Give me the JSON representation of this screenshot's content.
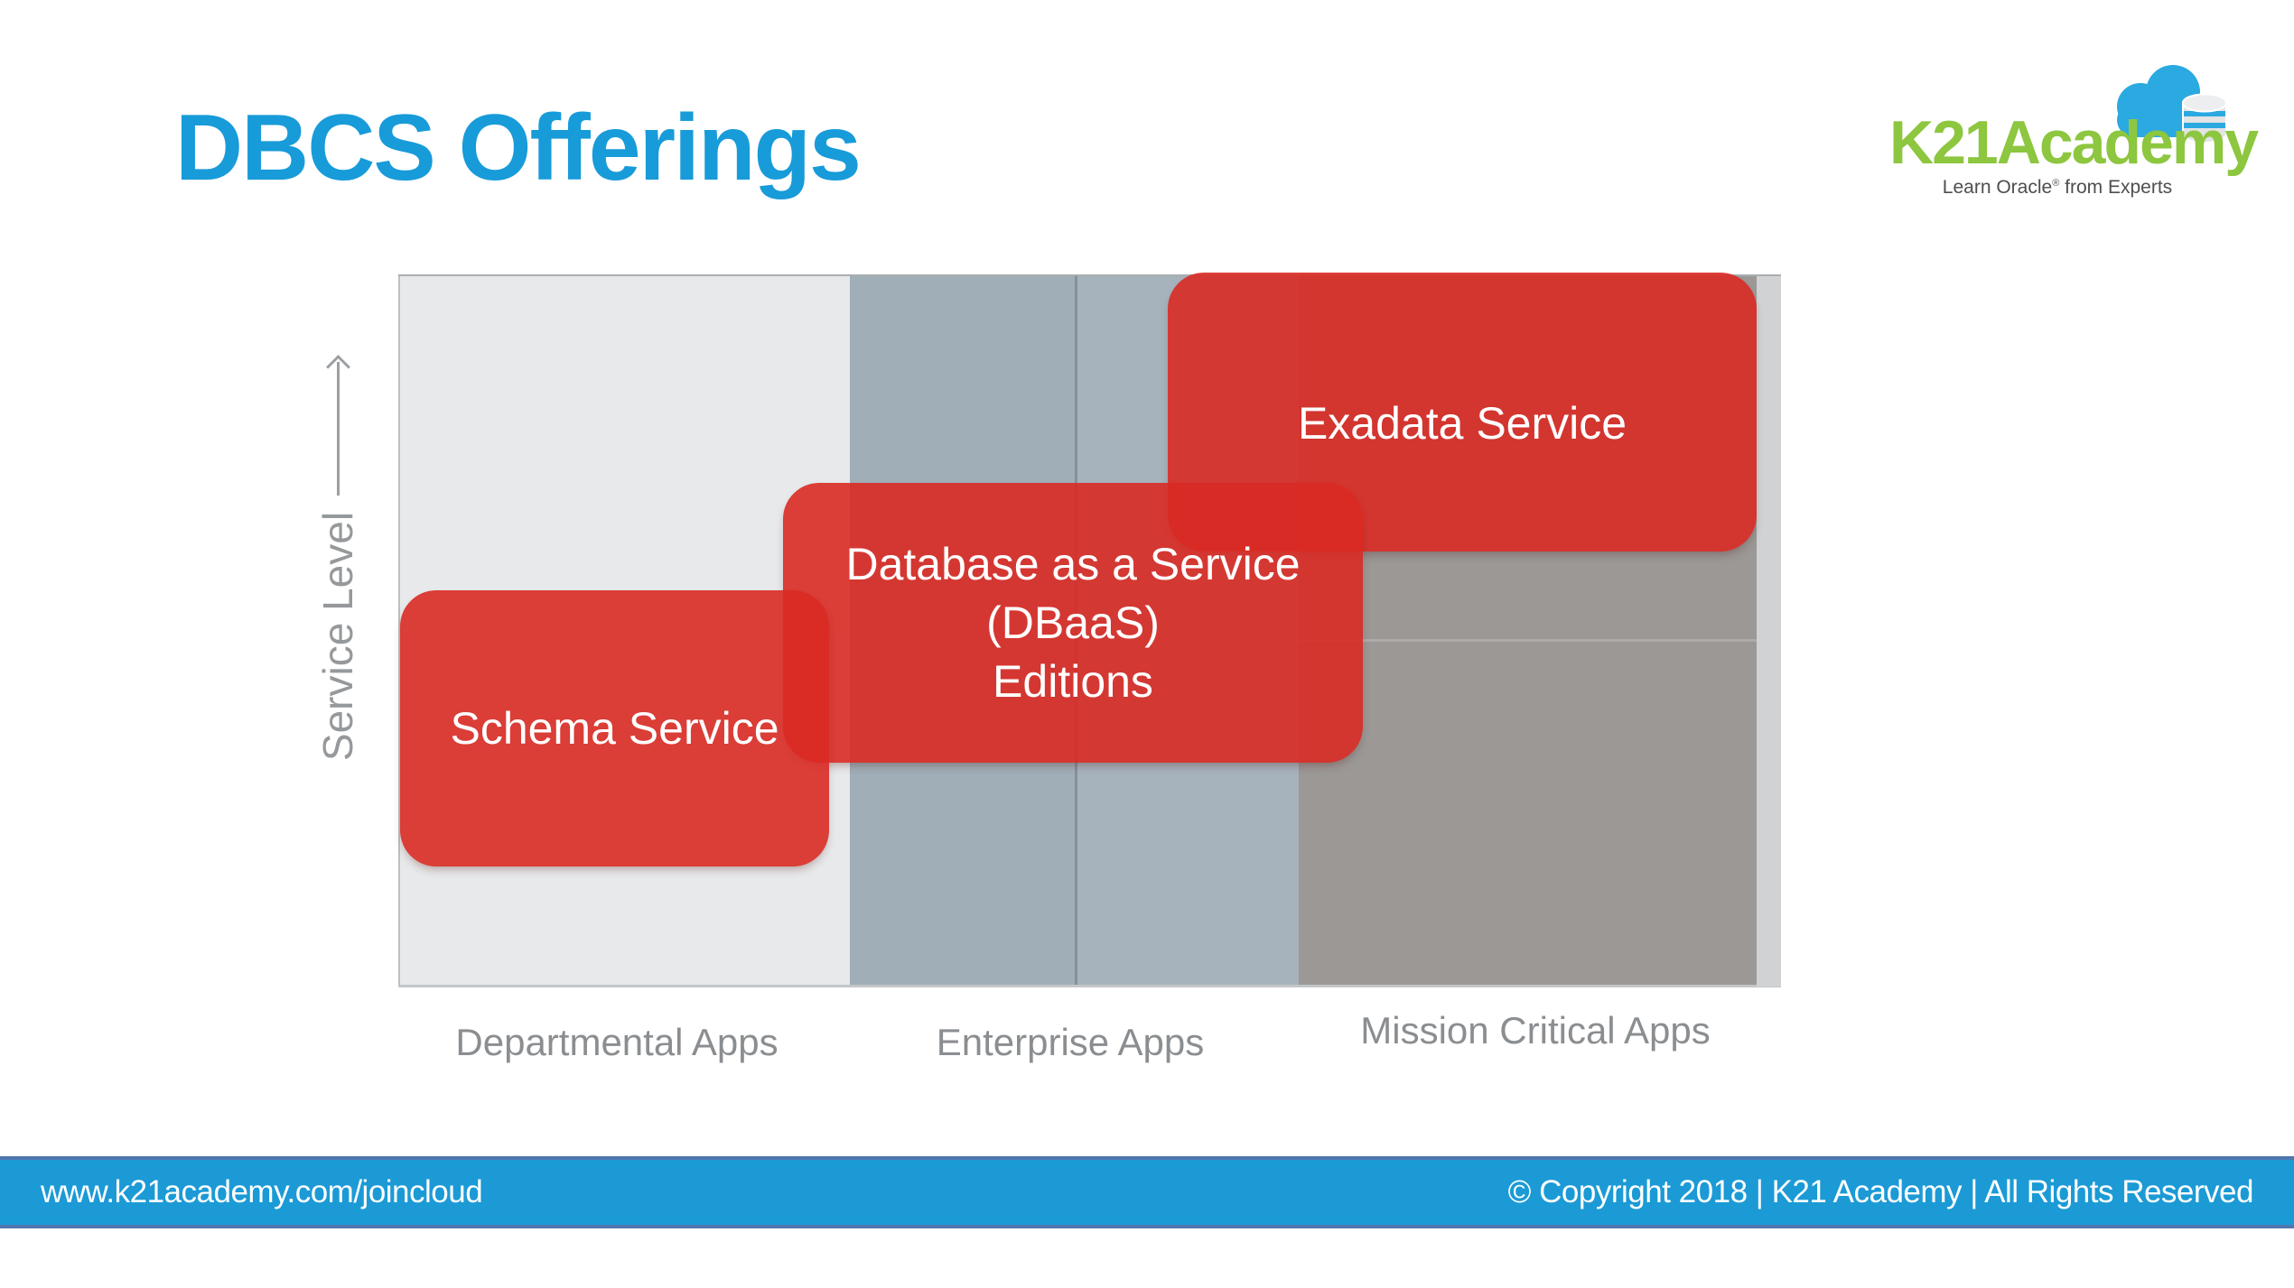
{
  "header": {
    "title": "DBCS Offerings",
    "title_color": "#189BD9"
  },
  "logo": {
    "name": "K21Academy",
    "tagline": {
      "learn": "Learn Oracle",
      "reg": "®",
      "rest": " from Experts"
    },
    "brand_green": "#8DC63F",
    "brand_blue": "#2BA9E1",
    "cloud_icon": "cloud-with-database-cylinder"
  },
  "diagram": {
    "y_axis_label": "Service Level",
    "x_labels": [
      "Departmental Apps",
      "Enterprise Apps",
      "Mission Critical Apps"
    ],
    "boxes": {
      "schema": {
        "label": "Schema Service"
      },
      "dbaas": {
        "lines": [
          "Database as a Service",
          "(DBaaS)",
          "Editions"
        ]
      },
      "exadata": {
        "label": "Exadata Service"
      }
    },
    "box_red": "#DA2A24",
    "column_colors": [
      "#E7E9EB",
      "#9FAEB7",
      "#A6B3BC",
      "#9B9896"
    ]
  },
  "footer": {
    "left": "www.k21academy.com/joincloud",
    "right": "© Copyright 2018 | K21 Academy | All Rights Reserved",
    "bar_color": "#1B9AD6"
  }
}
